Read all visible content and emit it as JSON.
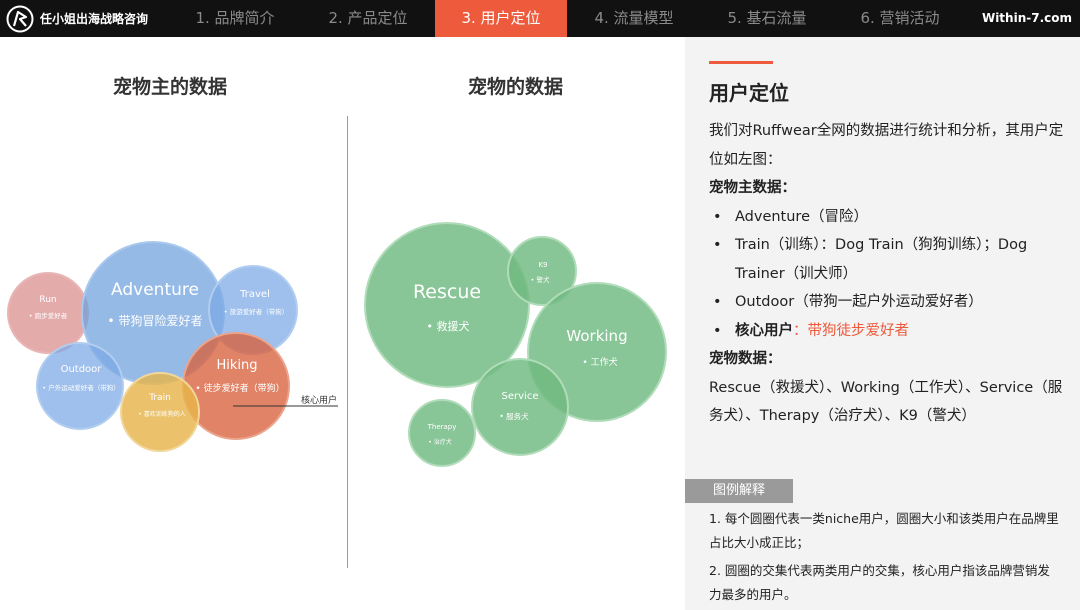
{
  "header": {
    "brand_name": "任小姐出海战略咨询",
    "tabs": [
      {
        "label": "1. 品牌简介"
      },
      {
        "label": "2. 产品定位"
      },
      {
        "label": "3. 用户定位"
      },
      {
        "label": "4. 流量模型"
      },
      {
        "label": "5. 基石流量"
      },
      {
        "label": "6. 营销活动"
      }
    ],
    "active_tab": "3. 用户定位",
    "site": "Within-7.com"
  },
  "owners_panel": {
    "title": "宠物主的数据",
    "circles": [
      {
        "title": "Run",
        "sub": "跑步爱好者",
        "color": "#d98a8a"
      },
      {
        "title": "Adventure",
        "sub": "带狗冒险爱好者",
        "color": "#6e9fdc"
      },
      {
        "title": "Travel",
        "sub": "旅游爱好者（带狗）",
        "color": "#7aa8e4"
      },
      {
        "title": "Outdoor",
        "sub": "户外运动爱好者（带狗）",
        "color": "#7aa8e4"
      },
      {
        "title": "Hiking",
        "sub": "徒步爱好者（带狗）",
        "color": "#d9603c"
      },
      {
        "title": "Train",
        "sub": "喜欢训练狗的人",
        "color": "#e7b54a"
      }
    ],
    "core_label": "核心用户"
  },
  "pets_panel": {
    "title": "宠物的数据",
    "circles": [
      {
        "title": "Rescue",
        "sub": "救援犬"
      },
      {
        "title": "K9",
        "sub": "警犬"
      },
      {
        "title": "Working",
        "sub": "工作犬"
      },
      {
        "title": "Service",
        "sub": "服务犬"
      },
      {
        "title": "Therapy",
        "sub": "治疗犬"
      }
    ],
    "color": "#6fba80"
  },
  "info": {
    "heading": "用户定位",
    "intro": "我们对Ruffwear全网的数据进行统计和分析，其用户定位如左图：",
    "owners_heading": "宠物主数据：",
    "bullets": [
      "Adventure（冒险）",
      "Train（训练）：Dog Train（狗狗训练）；Dog Trainer（训犬师）",
      "Outdoor（带狗一起户外运动爱好者）"
    ],
    "core_label": "核心用户",
    "core_value": "：带狗徒步爱好者",
    "pets_heading": "宠物数据：",
    "pets_text": "Rescue（救援犬）、Working（工作犬）、Service（服务犬）、Therapy（治疗犬）、K9（警犬）",
    "legend_tag": "图例解释",
    "legend_1": "1. 每个圆圈代表一类niche用户，圆圈大小和该类用户在品牌里占比大小成正比；",
    "legend_2": "2. 圆圈的交集代表两类用户的交集，核心用户指该品牌营销发力最多的用户。",
    "accent": "#ee5a3c"
  }
}
